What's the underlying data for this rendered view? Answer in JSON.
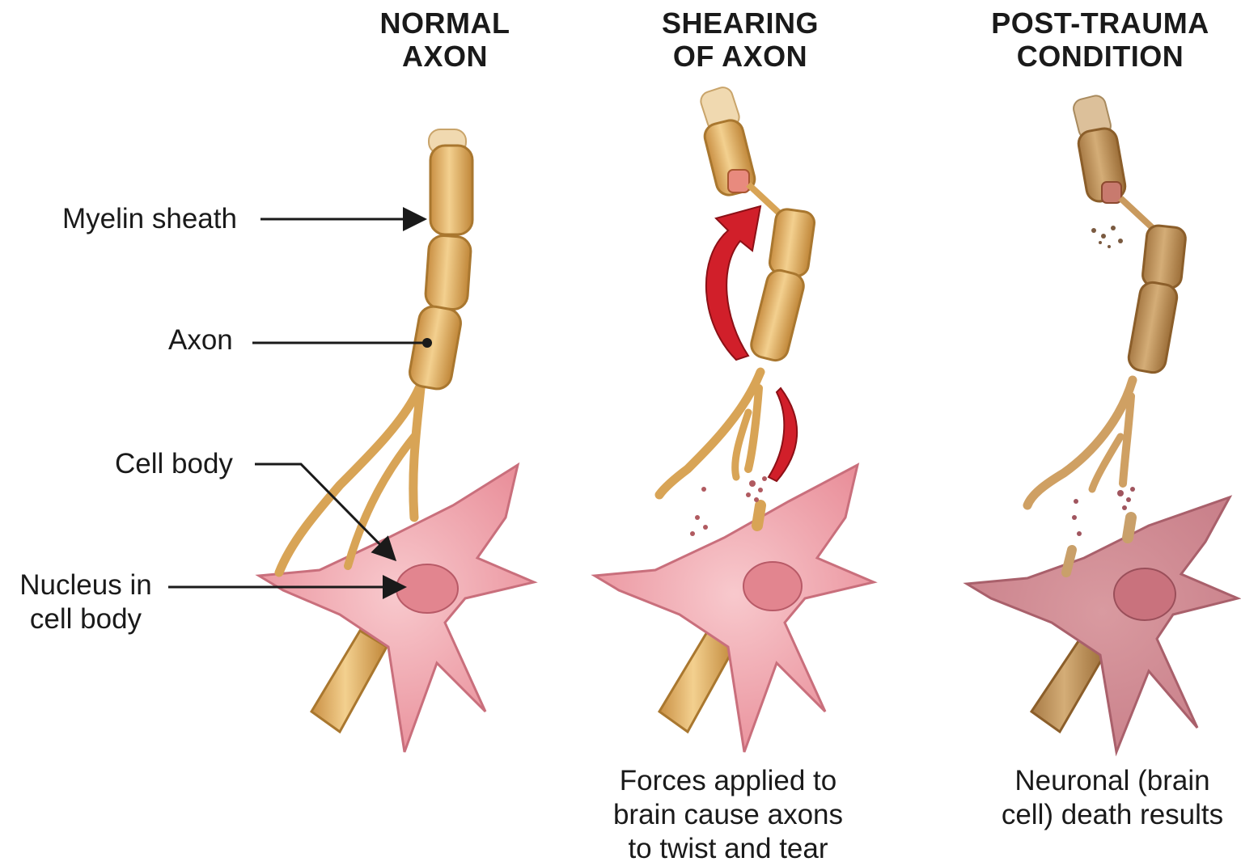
{
  "panels": [
    {
      "title_lines": [
        "NORMAL",
        "AXON"
      ],
      "caption_lines": []
    },
    {
      "title_lines": [
        "SHEARING",
        "OF AXON"
      ],
      "caption_lines": [
        "Forces applied to",
        "brain cause axons",
        "to twist and tear"
      ]
    },
    {
      "title_lines": [
        "POST-TRAUMA",
        "CONDITION"
      ],
      "caption_lines": [
        "Neuronal (brain",
        "cell) death results"
      ]
    }
  ],
  "labels": {
    "myelin_sheath": "Myelin sheath",
    "axon": "Axon",
    "cell_body": "Cell body",
    "nucleus_line1": "Nucleus in",
    "nucleus_line2": "cell body"
  },
  "colors": {
    "myelin": "#e3b86a",
    "myelin_edge": "#a9772f",
    "cell_body": "#f0a6ae",
    "cell_edge": "#c96f7c",
    "nucleus": "#e2858f",
    "arrow": "#d11f2a",
    "leader": "#1a1a1a"
  }
}
